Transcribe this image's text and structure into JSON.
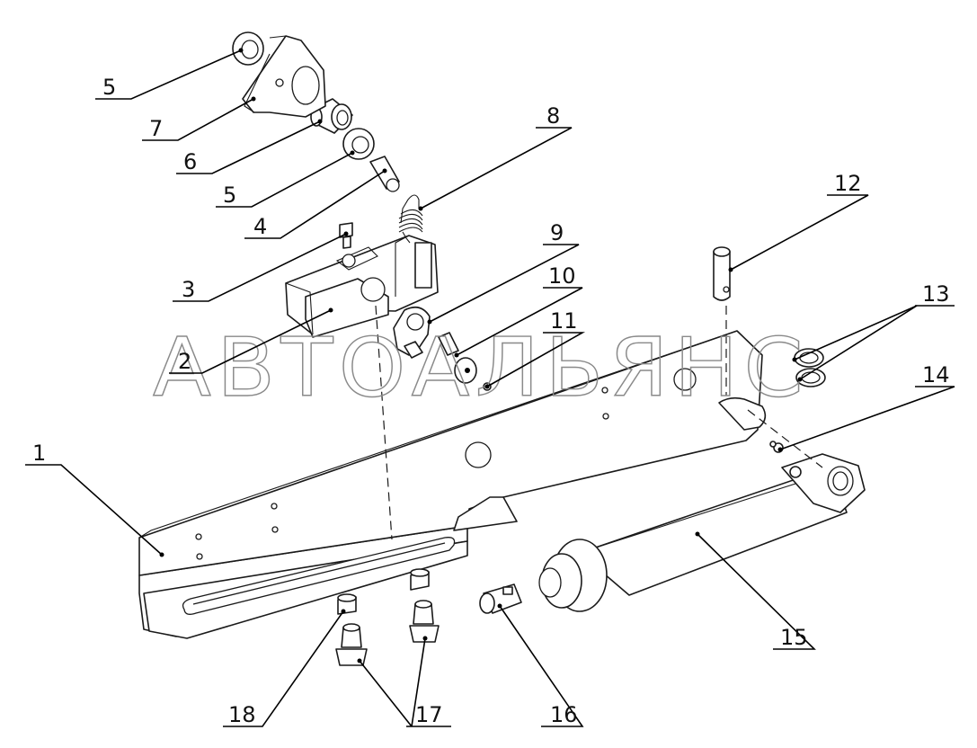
{
  "watermark": "АВТОАЛЬЯНС",
  "callouts": {
    "c1": "1",
    "c2": "2",
    "c3": "3",
    "c4": "4",
    "c5a": "5",
    "c5b": "5",
    "c6": "6",
    "c7": "7",
    "c8": "8",
    "c9": "9",
    "c10": "10",
    "c11": "11",
    "c12": "12",
    "c13": "13",
    "c14": "14",
    "c15": "15",
    "c16": "16",
    "c17": "17",
    "c18": "18"
  }
}
